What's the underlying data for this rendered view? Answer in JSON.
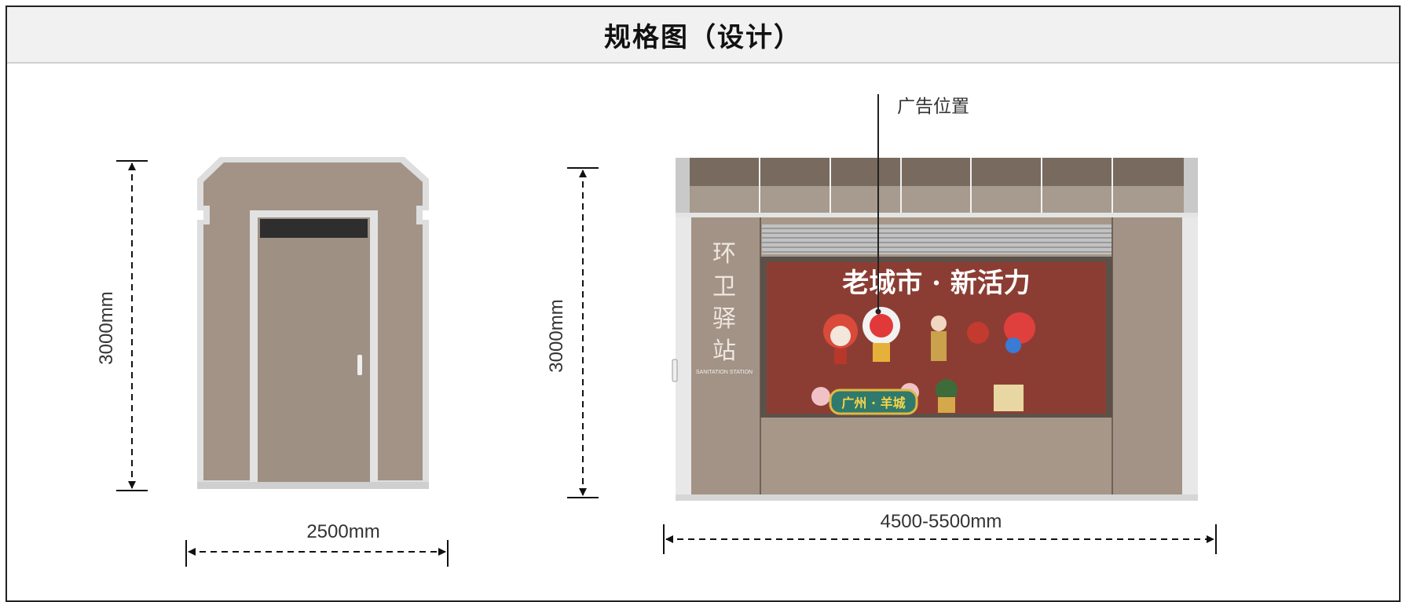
{
  "title": "规格图（设计）",
  "front_view": {
    "height_label": "3000mm",
    "width_label": "2500mm"
  },
  "side_view": {
    "height_label": "3000mm",
    "width_label": "4500-5500mm",
    "callout_label": "广告位置",
    "station_name": "环卫驿站",
    "station_name_en": "SANITATION STATION"
  },
  "ad_poster": {
    "headline": "老城市 · 新活力",
    "badge_text": "广州 · 羊城"
  },
  "colors": {
    "wall": "#a29386",
    "wall_dark": "#8e7f73",
    "trim": "#dcdcdc",
    "roof_dark": "#786a5f",
    "poster_red": "#8c3d33"
  }
}
